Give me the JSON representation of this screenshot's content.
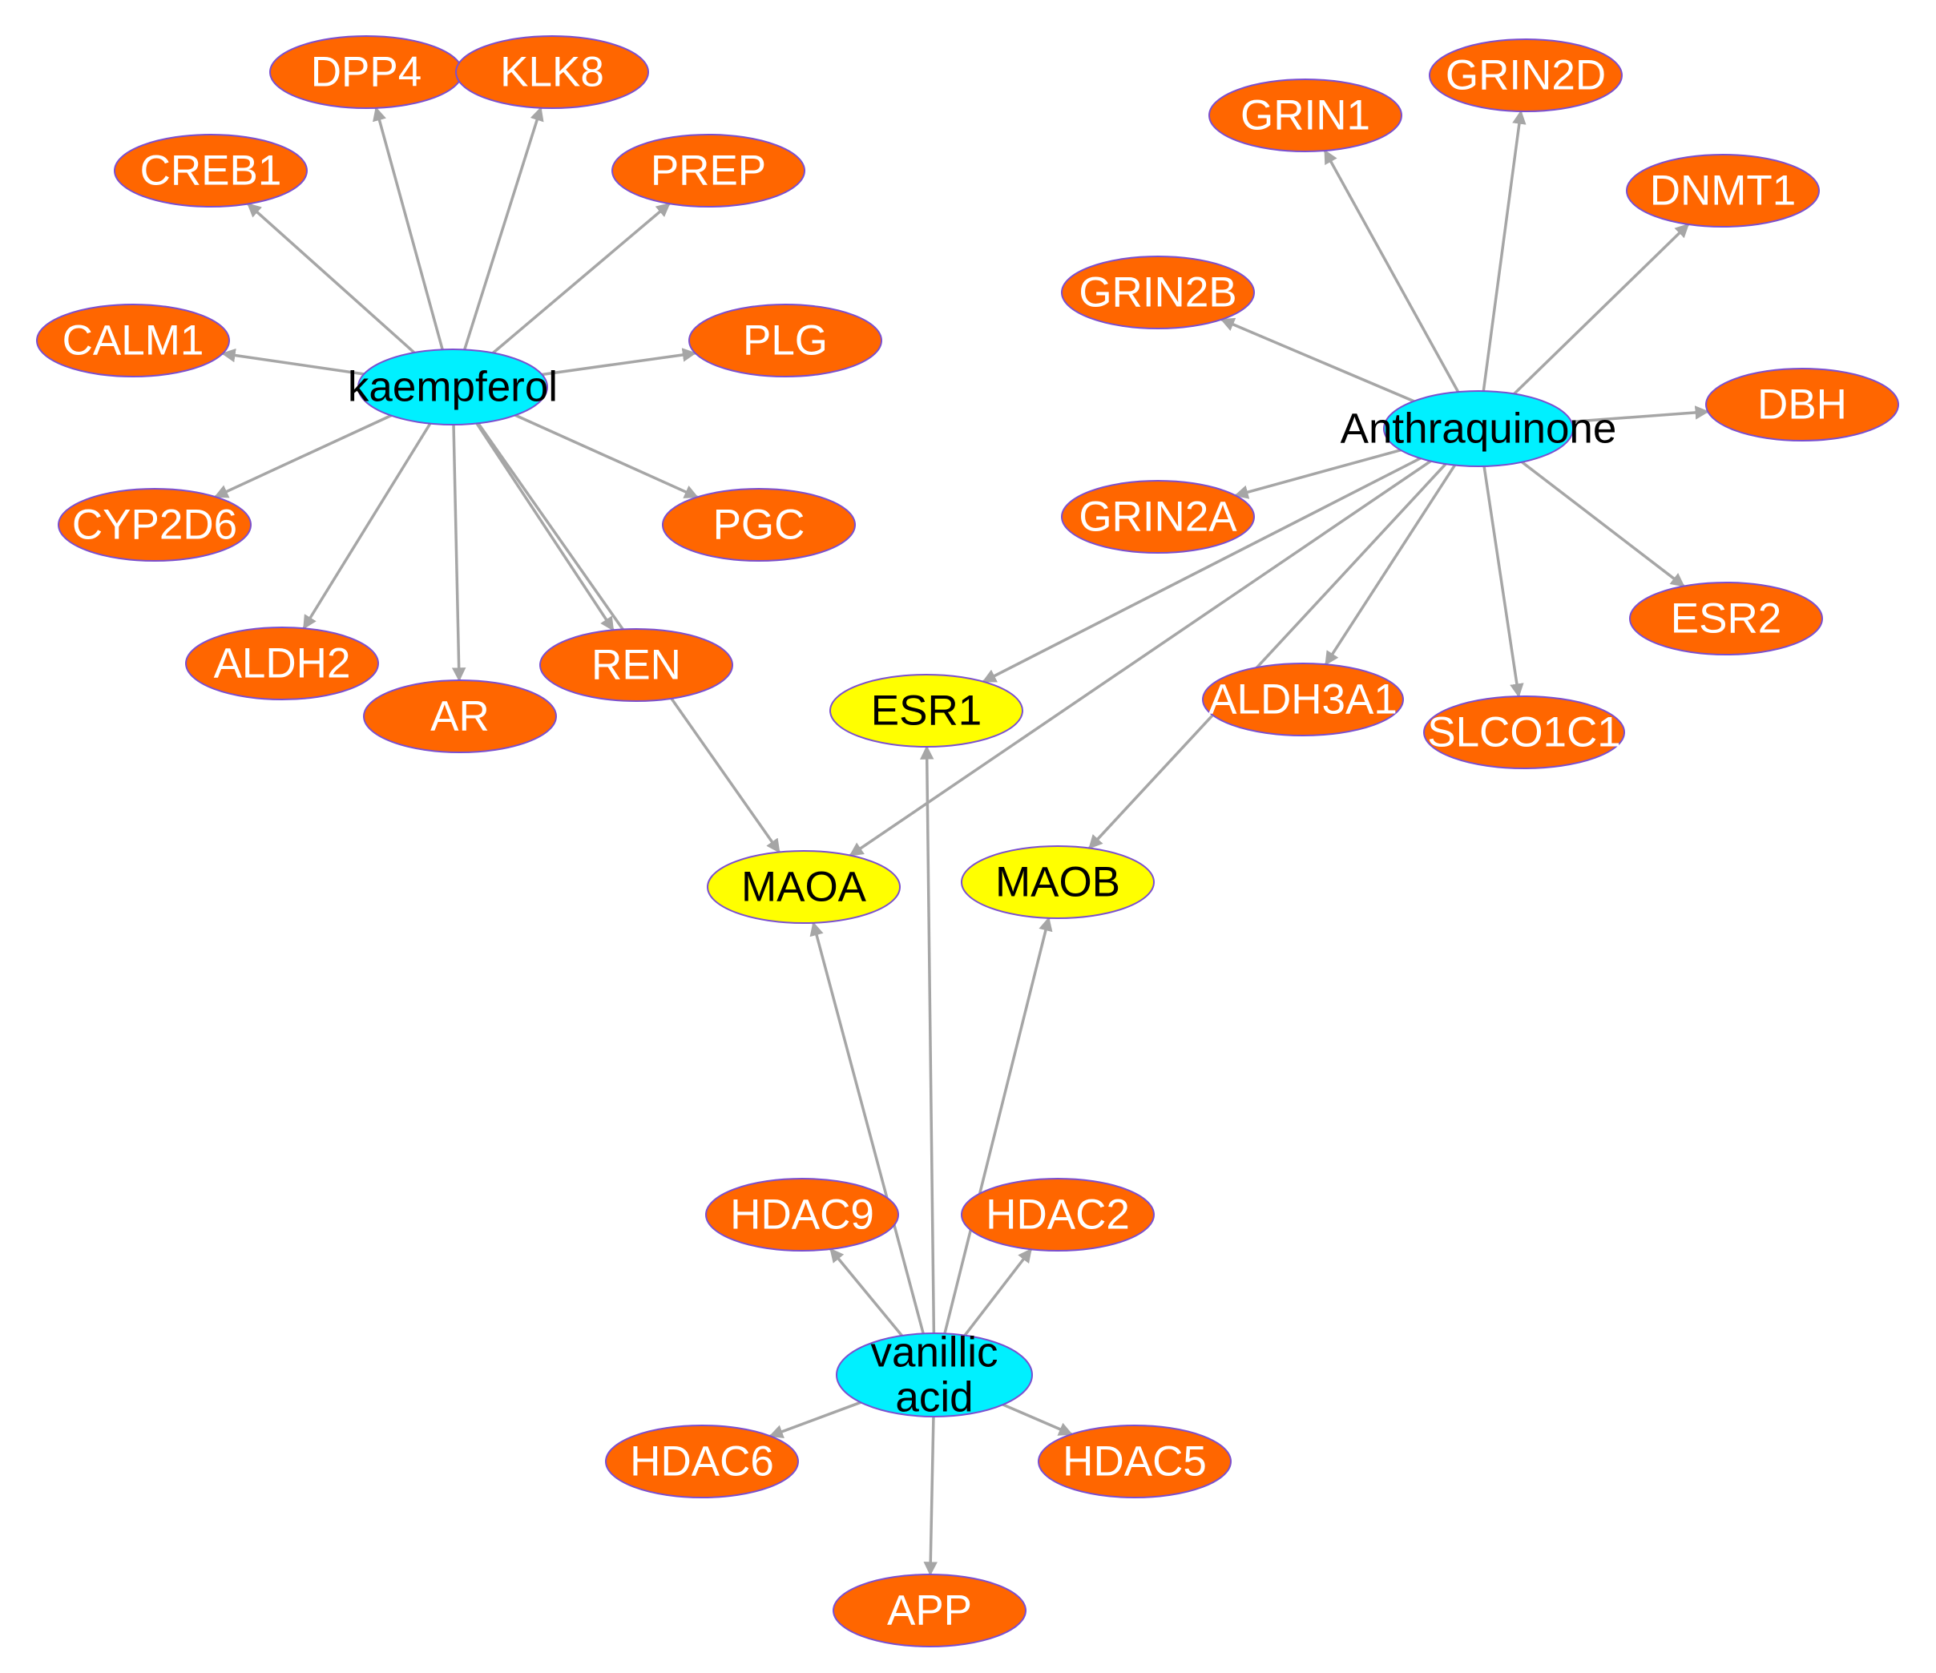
{
  "colors": {
    "compound": "#00f0ff",
    "shared_target": "#ffff00",
    "target": "#ff6600",
    "edge": "#a6a6a6",
    "node_border": "#7a4fd0",
    "label_on_orange": "#ffffff",
    "label_on_light": "#000000"
  },
  "nodes": [
    {
      "id": "kaempferol",
      "label": "kaempferol",
      "kind": "compound"
    },
    {
      "id": "Anthraquinone",
      "label": "Anthraquinone",
      "kind": "compound"
    },
    {
      "id": "vanillic_acid",
      "label": "vanillic\nacid",
      "kind": "compound"
    },
    {
      "id": "ESR1",
      "label": "ESR1",
      "kind": "shared_target"
    },
    {
      "id": "MAOA",
      "label": "MAOA",
      "kind": "shared_target"
    },
    {
      "id": "MAOB",
      "label": "MAOB",
      "kind": "shared_target"
    },
    {
      "id": "DPP4",
      "label": "DPP4",
      "kind": "target"
    },
    {
      "id": "KLK8",
      "label": "KLK8",
      "kind": "target"
    },
    {
      "id": "CREB1",
      "label": "CREB1",
      "kind": "target"
    },
    {
      "id": "PREP",
      "label": "PREP",
      "kind": "target"
    },
    {
      "id": "CALM1",
      "label": "CALM1",
      "kind": "target"
    },
    {
      "id": "PLG",
      "label": "PLG",
      "kind": "target"
    },
    {
      "id": "CYP2D6",
      "label": "CYP2D6",
      "kind": "target"
    },
    {
      "id": "PGC",
      "label": "PGC",
      "kind": "target"
    },
    {
      "id": "ALDH2",
      "label": "ALDH2",
      "kind": "target"
    },
    {
      "id": "AR",
      "label": "AR",
      "kind": "target"
    },
    {
      "id": "REN",
      "label": "REN",
      "kind": "target"
    },
    {
      "id": "GRIN1",
      "label": "GRIN1",
      "kind": "target"
    },
    {
      "id": "GRIN2D",
      "label": "GRIN2D",
      "kind": "target"
    },
    {
      "id": "DNMT1",
      "label": "DNMT1",
      "kind": "target"
    },
    {
      "id": "GRIN2B",
      "label": "GRIN2B",
      "kind": "target"
    },
    {
      "id": "DBH",
      "label": "DBH",
      "kind": "target"
    },
    {
      "id": "GRIN2A",
      "label": "GRIN2A",
      "kind": "target"
    },
    {
      "id": "ESR2",
      "label": "ESR2",
      "kind": "target"
    },
    {
      "id": "ALDH3A1",
      "label": "ALDH3A1",
      "kind": "target"
    },
    {
      "id": "SLCO1C1",
      "label": "SLCO1C1",
      "kind": "target"
    },
    {
      "id": "HDAC9",
      "label": "HDAC9",
      "kind": "target"
    },
    {
      "id": "HDAC2",
      "label": "HDAC2",
      "kind": "target"
    },
    {
      "id": "HDAC6",
      "label": "HDAC6",
      "kind": "target"
    },
    {
      "id": "HDAC5",
      "label": "HDAC5",
      "kind": "target"
    },
    {
      "id": "APP",
      "label": "APP",
      "kind": "target"
    }
  ],
  "edges": [
    [
      "kaempferol",
      "DPP4"
    ],
    [
      "kaempferol",
      "KLK8"
    ],
    [
      "kaempferol",
      "CREB1"
    ],
    [
      "kaempferol",
      "PREP"
    ],
    [
      "kaempferol",
      "CALM1"
    ],
    [
      "kaempferol",
      "PLG"
    ],
    [
      "kaempferol",
      "CYP2D6"
    ],
    [
      "kaempferol",
      "PGC"
    ],
    [
      "kaempferol",
      "ALDH2"
    ],
    [
      "kaempferol",
      "AR"
    ],
    [
      "kaempferol",
      "REN"
    ],
    [
      "kaempferol",
      "MAOA"
    ],
    [
      "Anthraquinone",
      "GRIN1"
    ],
    [
      "Anthraquinone",
      "GRIN2D"
    ],
    [
      "Anthraquinone",
      "DNMT1"
    ],
    [
      "Anthraquinone",
      "GRIN2B"
    ],
    [
      "Anthraquinone",
      "DBH"
    ],
    [
      "Anthraquinone",
      "GRIN2A"
    ],
    [
      "Anthraquinone",
      "ESR2"
    ],
    [
      "Anthraquinone",
      "SLCO1C1"
    ],
    [
      "Anthraquinone",
      "ALDH3A1"
    ],
    [
      "Anthraquinone",
      "ESR1"
    ],
    [
      "Anthraquinone",
      "MAOA"
    ],
    [
      "Anthraquinone",
      "MAOB"
    ],
    [
      "vanillic_acid",
      "ESR1"
    ],
    [
      "vanillic_acid",
      "MAOA"
    ],
    [
      "vanillic_acid",
      "MAOB"
    ],
    [
      "vanillic_acid",
      "HDAC9"
    ],
    [
      "vanillic_acid",
      "HDAC2"
    ],
    [
      "vanillic_acid",
      "HDAC6"
    ],
    [
      "vanillic_acid",
      "HDAC5"
    ],
    [
      "vanillic_acid",
      "APP"
    ]
  ]
}
